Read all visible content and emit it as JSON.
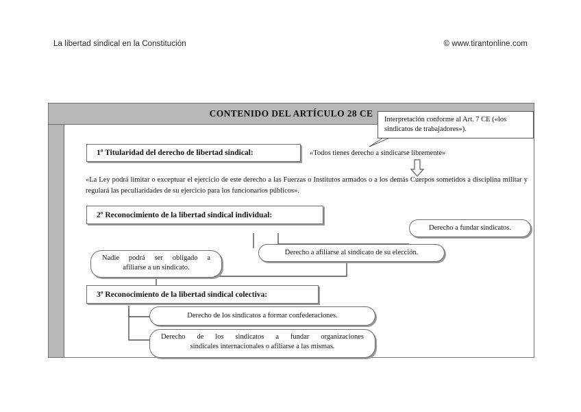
{
  "page_header": {
    "left_text": "La libertad sindical en la Constitución",
    "right_text": "© www.tirantonline.com"
  },
  "diagram": {
    "title": "CONTENIDO DEL ARTÍCULO 28 CE",
    "callout": {
      "text": "Interpretación conforme al Art. 7 CE («los sindicatos de trabajadores»)."
    },
    "sections": [
      {
        "id": "section-1",
        "label": "1º Titularidad del derecho de libertad sindical:"
      },
      {
        "id": "section-2",
        "label": "2º Reconocimiento de la libertad sindical individual:"
      },
      {
        "id": "section-3",
        "label": "3º Reconocimiento de la libertad sindical colectiva:"
      }
    ],
    "quote_1": "«Todos tienes derecho a sindicarse libremente»",
    "paragraph_1": "«La Ley podrá limitar o exceptuar el ejercicio de este derecho a las Fuerzas o Institutos armados o a los demás Cuerpos sometidos a disciplina militar y regulará las peculiaridades de su ejercicio para los funcionarios públicos».",
    "nodes": {
      "fundar_sindicatos": "Derecho a fundar sindicatos.",
      "afiliarse_eleccion": "Derecho a afiliarse al sindicato de su elección.",
      "no_obligado_line1": "Nadie podrá ser obligado a",
      "no_obligado_line2": "afiliarse a un sindicato.",
      "confederaciones": "Derecho de los sindicatos a formar confederaciones.",
      "organizaciones_line1": "Derecho de los sindicatos a fundar organizaciones",
      "organizaciones_line2": "sindicales internacionales o afiliarse a las mismas."
    },
    "colors": {
      "frame_gray": "#b7b7b7",
      "frame_border": "#6e6e6e",
      "box_border": "#6b6b6b",
      "shadow": "#9a9a9a",
      "text": "#111111"
    }
  }
}
